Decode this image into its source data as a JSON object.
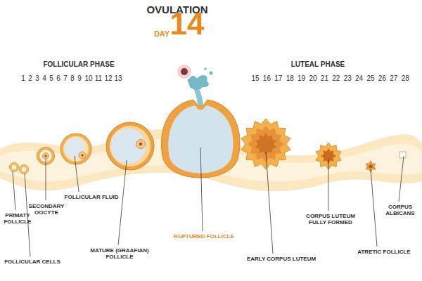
{
  "diagram": {
    "labels": [
      "OVULATION",
      "DAY",
      "14",
      "FOLLICULAR PHASE",
      "1",
      "2",
      "3",
      "4",
      "5",
      "6",
      "7",
      "8",
      "9",
      "10",
      "11",
      "12",
      "13",
      "LUTEAL PHASE",
      "15",
      "16",
      "17",
      "18",
      "19",
      "20",
      "21",
      "22",
      "23",
      "24",
      "25",
      "26",
      "27",
      "28",
      "PRIMATY FOLLICLE",
      "SECONDARY OOCYTE",
      "FOLLICULAR FLUID",
      "FOLLICULAR CELLS",
      "MATURE (GRAAFIAN) FOLLICLE",
      "RUPTURED FOLLICLE",
      "EARLY CORPUS LUTEUM",
      "CORPUS LUTEUM FULLY FORMED",
      "ATRETIC FOLLICLE",
      "CORPUS ALBICANS"
    ]
  }
}
